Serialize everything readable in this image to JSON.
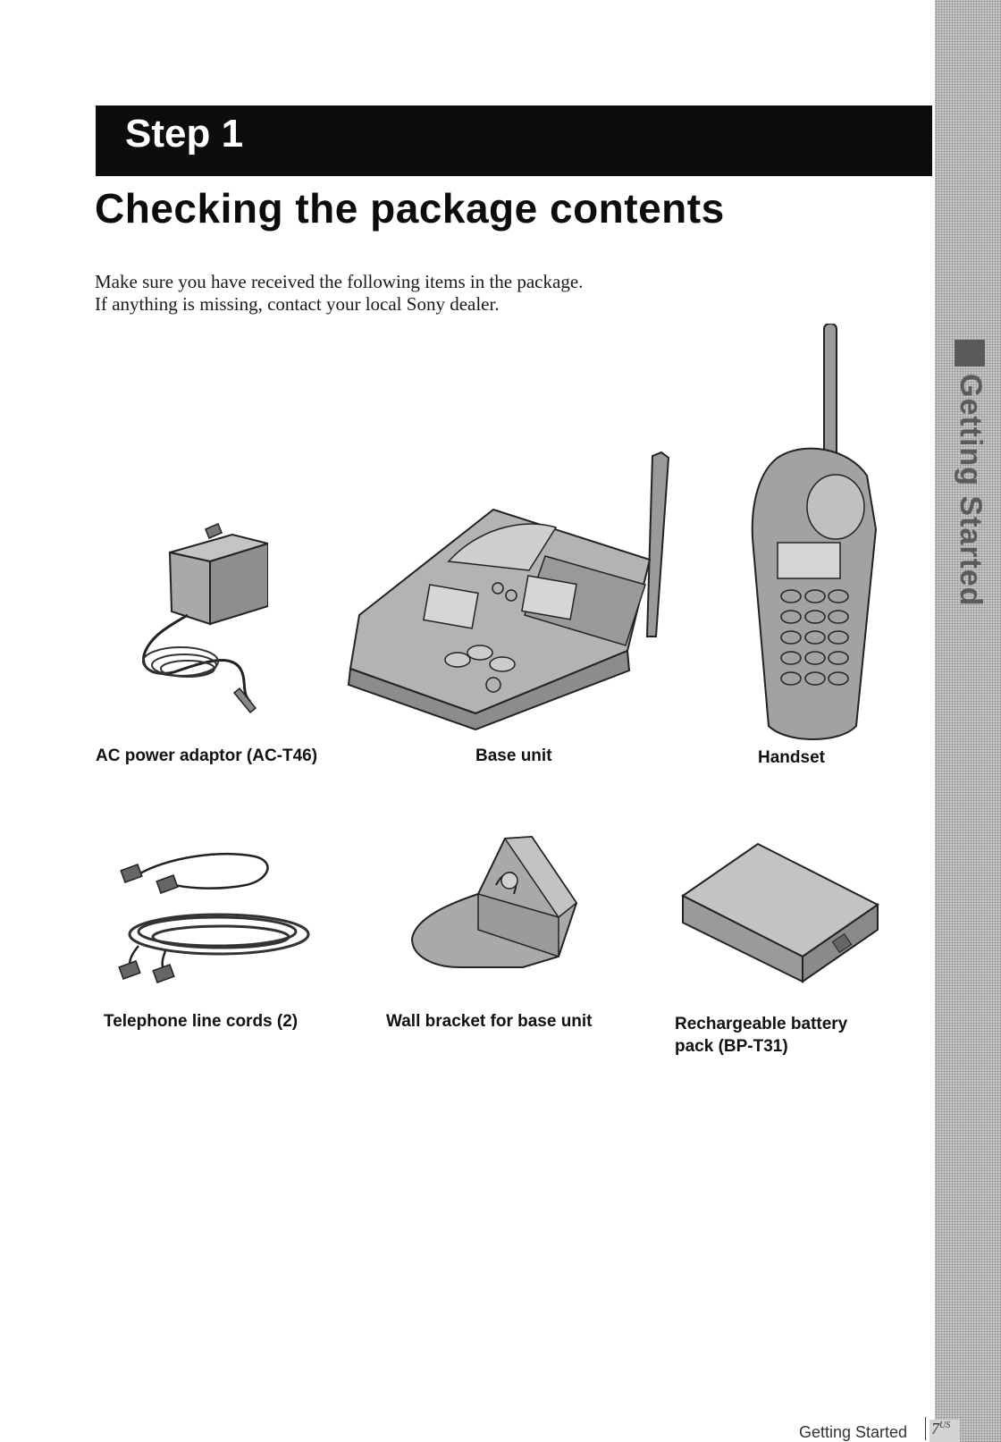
{
  "side_tab": {
    "label": "Getting Started"
  },
  "header": {
    "step": "Step 1",
    "title": "Checking the package contents"
  },
  "intro": {
    "line1": "Make sure you have received the following items in the package.",
    "line2": "If anything is missing, contact your local Sony dealer."
  },
  "items": [
    {
      "caption": "AC power adaptor (AC-T46)",
      "icon": "ac-power-adaptor-illustration"
    },
    {
      "caption": "Base unit",
      "icon": "base-unit-illustration"
    },
    {
      "caption": "Handset",
      "icon": "handset-illustration"
    },
    {
      "caption": "Telephone line cords (2)",
      "icon": "telephone-line-cords-illustration"
    },
    {
      "caption": "Wall bracket for base unit",
      "icon": "wall-bracket-illustration"
    },
    {
      "caption_line1": "Rechargeable battery",
      "caption_line2": "pack (BP-T31)",
      "icon": "battery-pack-illustration"
    }
  ],
  "footer": {
    "section": "Getting Started",
    "page": "7",
    "page_suffix": "US"
  },
  "colors": {
    "header_bar": "#0c0c0c",
    "tab_gray": "#c9c9c9",
    "art_fill": "#a9a9a9"
  }
}
